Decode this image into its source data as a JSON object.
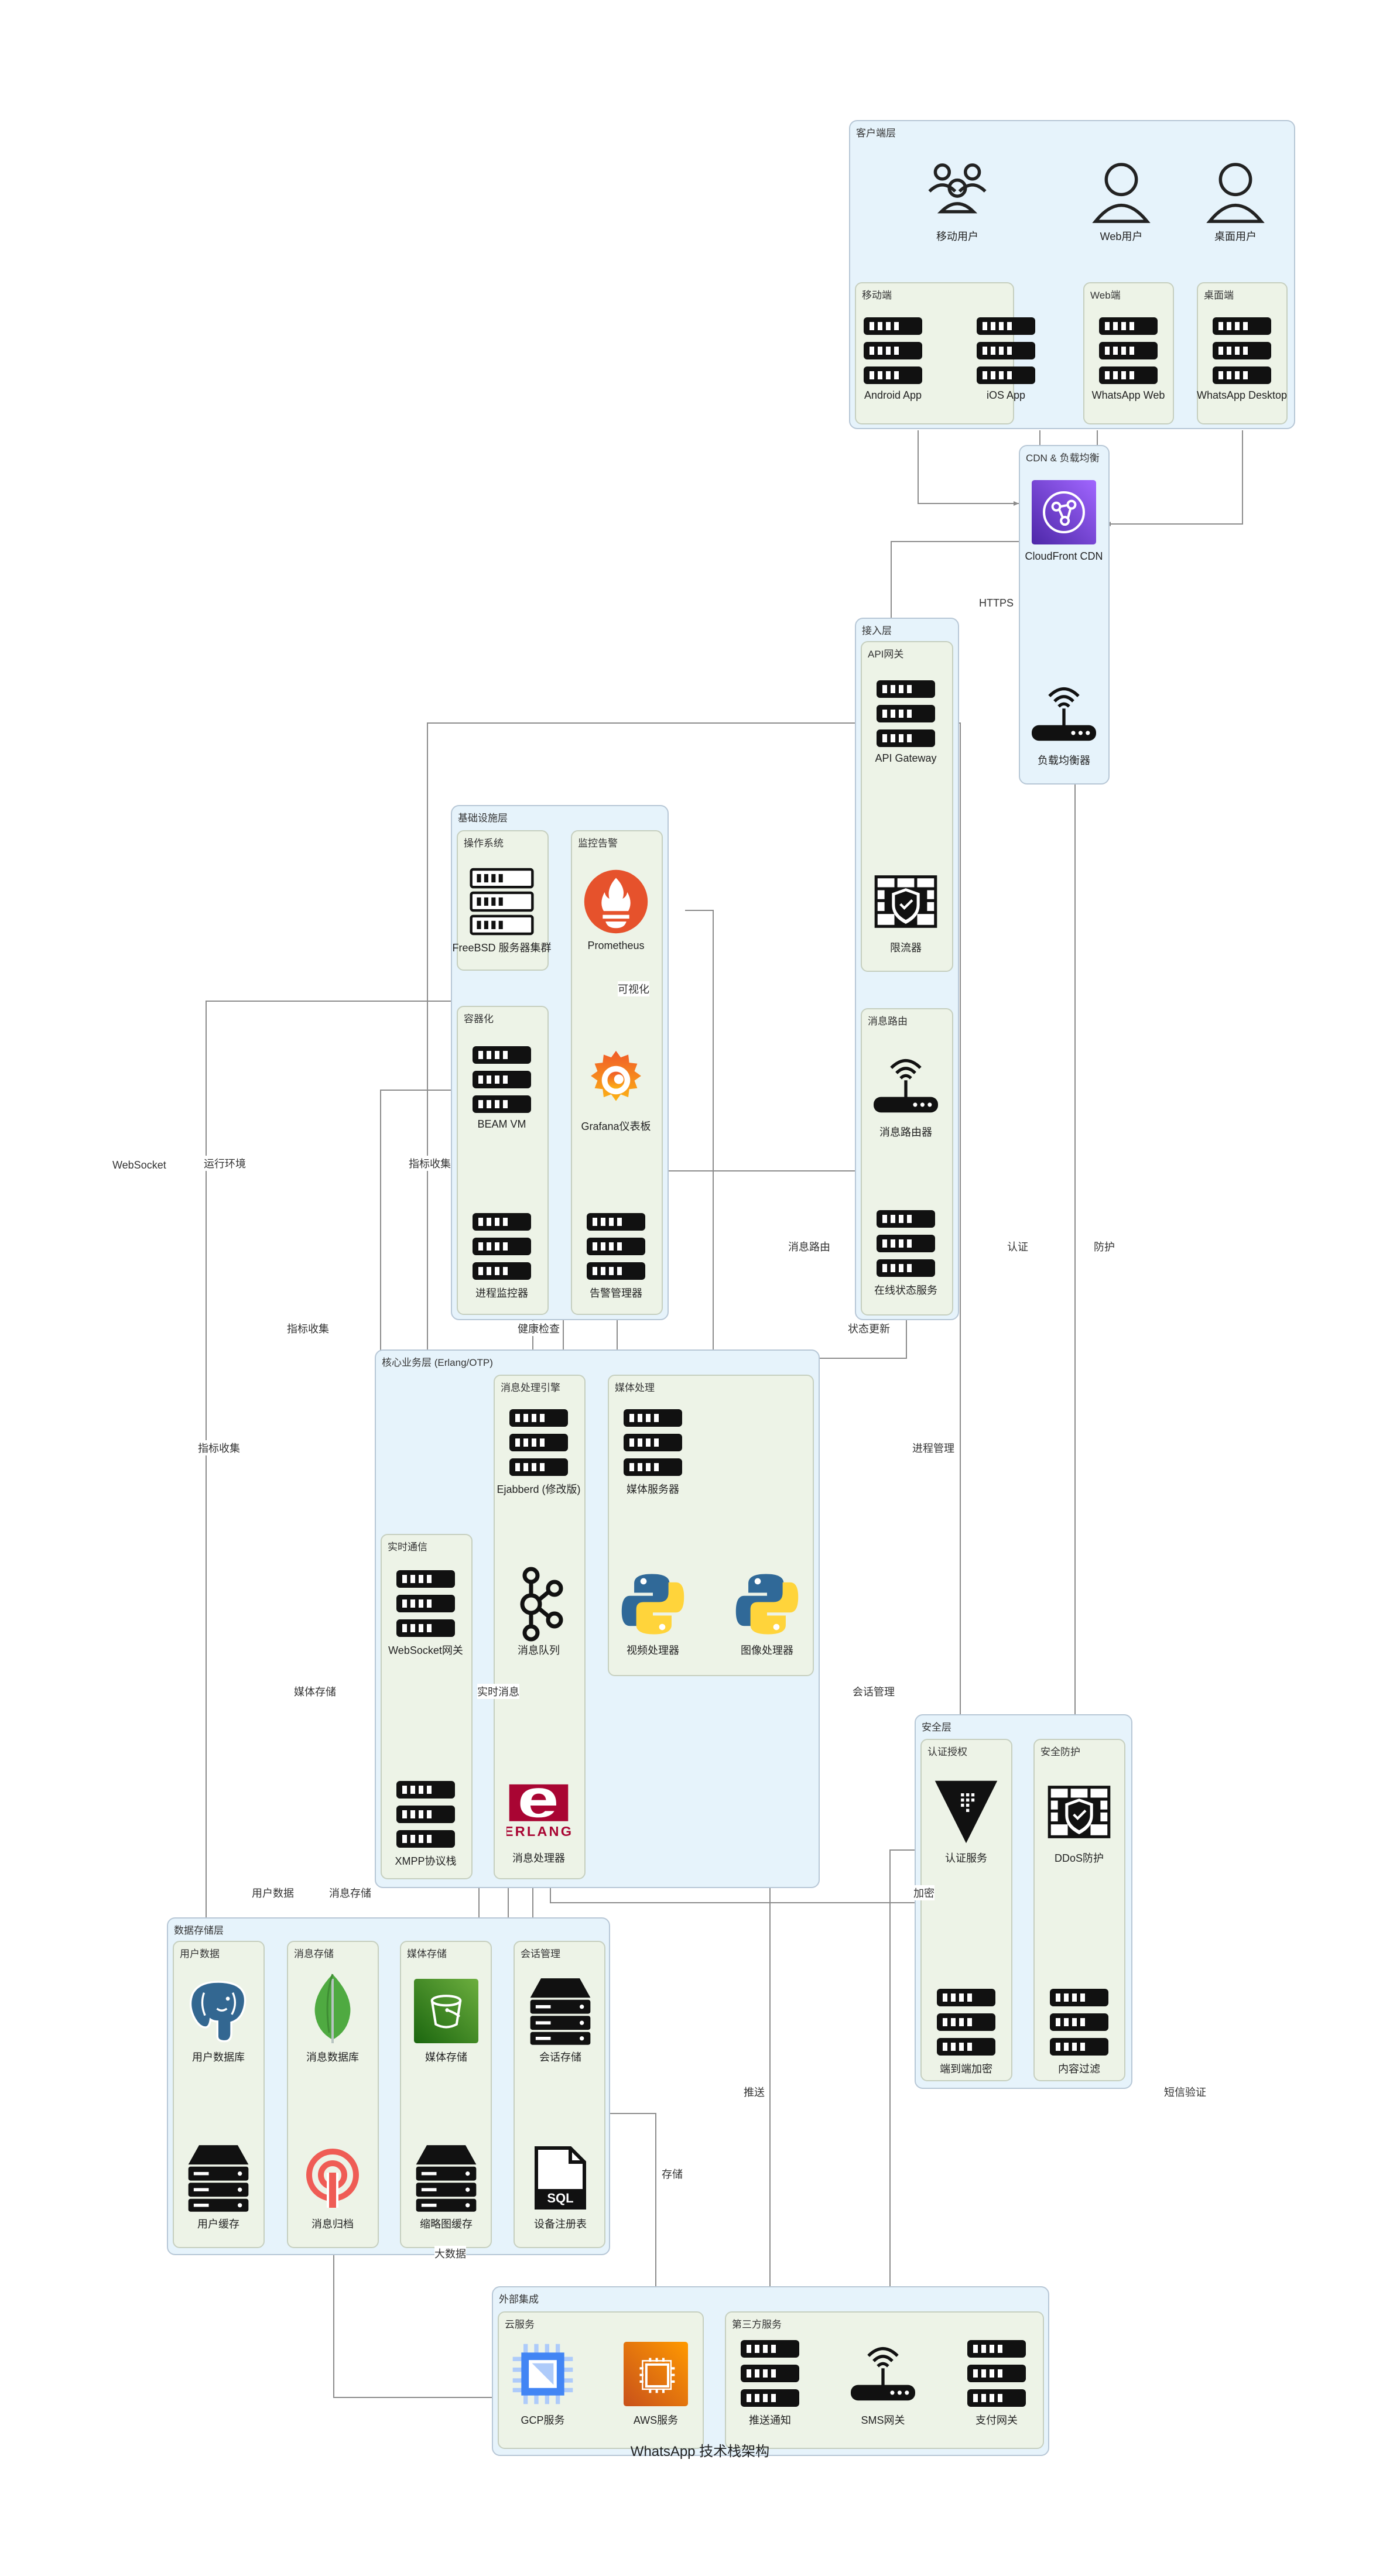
{
  "title": "WhatsApp 技术栈架构",
  "groups": {
    "client": {
      "label": "客户端层"
    },
    "mobile": {
      "label": "移动端"
    },
    "web": {
      "label": "Web端"
    },
    "desktop": {
      "label": "桌面端"
    },
    "cdn": {
      "label": "CDN & 负载均衡"
    },
    "access": {
      "label": "接入层"
    },
    "api_gw": {
      "label": "API网关"
    },
    "msg_route": {
      "label": "消息路由"
    },
    "infra": {
      "label": "基础设施层"
    },
    "os": {
      "label": "操作系统"
    },
    "container": {
      "label": "容器化"
    },
    "monitor": {
      "label": "监控告警"
    },
    "core": {
      "label": "核心业务层 (Erlang/OTP)"
    },
    "msg_engine": {
      "label": "消息处理引擎"
    },
    "media": {
      "label": "媒体处理"
    },
    "realtime": {
      "label": "实时通信"
    },
    "security": {
      "label": "安全层"
    },
    "auth": {
      "label": "认证授权"
    },
    "sec_protect": {
      "label": "安全防护"
    },
    "datastore": {
      "label": "数据存储层"
    },
    "user_data": {
      "label": "用户数据"
    },
    "msg_store": {
      "label": "消息存储"
    },
    "media_store": {
      "label": "媒体存储"
    },
    "session_mgmt": {
      "label": "会话管理"
    },
    "external": {
      "label": "外部集成"
    },
    "cloud": {
      "label": "云服务"
    },
    "third": {
      "label": "第三方服务"
    }
  },
  "nodes": {
    "mobile_users": "移动用户",
    "web_users": "Web用户",
    "desktop_users": "桌面用户",
    "android": "Android App",
    "ios": "iOS App",
    "wa_web": "WhatsApp Web",
    "wa_desktop": "WhatsApp Desktop",
    "cdn": "CloudFront CDN",
    "lb": "负载均衡器",
    "api_gateway": "API Gateway",
    "limiter": "限流器",
    "msg_router": "消息路由器",
    "presence": "在线状态服务",
    "freebsd": "FreeBSD 服务器集群",
    "prometheus": "Prometheus",
    "beam": "BEAM VM",
    "grafana": "Grafana仪表板",
    "proc_monitor": "进程监控器",
    "alert_mgr": "告警管理器",
    "ejabberd": "Ejabberd (修改版)",
    "media_server": "媒体服务器",
    "ws_gateway": "WebSocket网关",
    "msg_queue": "消息队列",
    "video_proc": "视频处理器",
    "image_proc": "图像处理器",
    "xmpp": "XMPP协议栈",
    "msg_processor": "消息处理器",
    "auth_service": "认证服务",
    "ddos": "DDoS防护",
    "e2e": "端到端加密",
    "content_filter": "内容过滤",
    "user_db": "用户数据库",
    "msg_db": "消息数据库",
    "media_storage": "媒体存储",
    "session_store": "会话存储",
    "user_cache": "用户缓存",
    "msg_archive": "消息归档",
    "thumb_cache": "缩略图缓存",
    "device_reg": "设备注册表",
    "gcp": "GCP服务",
    "aws": "AWS服务",
    "push": "推送通知",
    "sms": "SMS网关",
    "pay": "支付网关"
  },
  "edge_labels": {
    "https": "HTTPS",
    "websocket": "WebSocket",
    "runtime_env": "运行环境",
    "metrics_collect_1": "指标收集",
    "visualize": "可视化",
    "metrics_collect_2": "指标收集",
    "metrics_collect_3": "指标收集",
    "health_check": "健康检查",
    "msg_routing": "消息路由",
    "status_update": "状态更新",
    "auth": "认证",
    "protect": "防护",
    "process_mgmt": "进程管理",
    "media_storage": "媒体存储",
    "realtime_msg": "实时消息",
    "session_mgmt": "会话管理",
    "user_data": "用户数据",
    "msg_storage": "消息存储",
    "encrypt": "加密",
    "push": "推送",
    "sms_verify": "短信验证",
    "storage": "存储",
    "big_data": "大数据"
  },
  "colors": {
    "group_fill": "#e6f3fb",
    "subgroup_fill": "#edf3e7",
    "edge": "#8c8c8c",
    "cdn_purple": "#8c4fff",
    "prometheus_orange": "#e6522c",
    "grafana_orange": "#f46800",
    "erlang_red": "#a90533",
    "mongo_green": "#4faa41",
    "s3_green": "#3f8624",
    "aws_orange": "#ed7100",
    "python_blue": "#306998",
    "python_yellow": "#ffd43b",
    "postgres_blue": "#336791"
  },
  "icons": {
    "server": "server-rack-icon",
    "users": "users-group-icon",
    "user": "user-icon",
    "cdn": "cloudfront-icon",
    "router": "router-icon",
    "firewall": "firewall-icon",
    "prometheus": "prometheus-icon",
    "grafana": "grafana-icon",
    "kafka": "kafka-icon",
    "python": "python-icon",
    "erlang": "erlang-icon",
    "vault": "vault-icon",
    "postgres": "postgresql-icon",
    "mongo": "mongodb-icon",
    "s3": "s3-bucket-icon",
    "storage": "storage-stack-icon",
    "sql": "sql-file-icon",
    "redis": "redis-cache-icon",
    "ceph": "archive-ceph-icon",
    "gcp": "gcp-compute-icon",
    "aws": "aws-ec2-icon"
  }
}
